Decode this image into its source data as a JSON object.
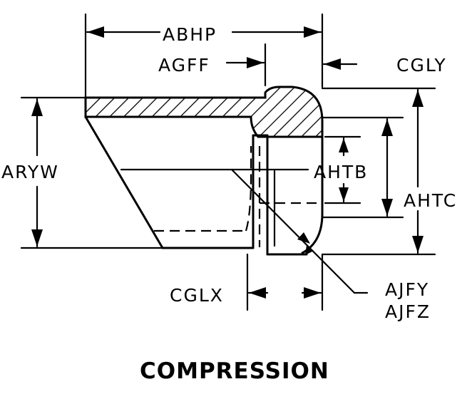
{
  "diagram": {
    "labels": {
      "abhp": "ABHP",
      "agff": "AGFF",
      "cgly": "CGLY",
      "aryw": "ARYW",
      "ahtb": "AHTB",
      "ahtc": "AHTC",
      "cglx": "CGLX",
      "ajfy": "AJFY",
      "ajfz": "AJFZ"
    },
    "caption": "COMPRESSION"
  }
}
